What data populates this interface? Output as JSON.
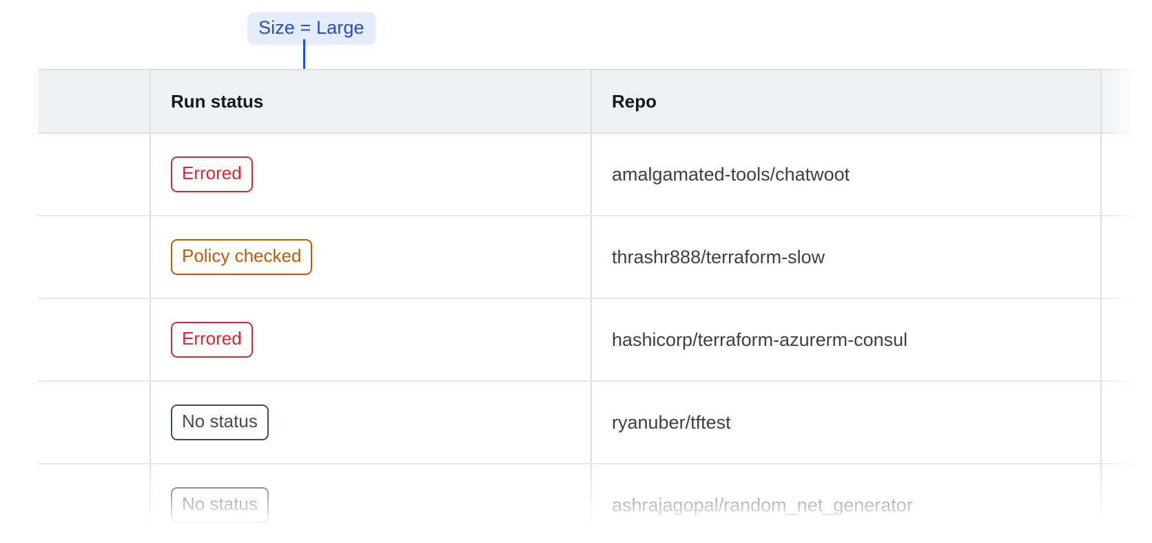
{
  "annotation": {
    "label": "Size = Large",
    "accent_color": "#1f4fd8",
    "background_color": "#e4ecfd"
  },
  "table": {
    "columns": [
      {
        "key": "lead",
        "label": ""
      },
      {
        "key": "status",
        "label": "Run status"
      },
      {
        "key": "repo",
        "label": "Repo"
      },
      {
        "key": "tail",
        "label": ""
      }
    ],
    "rows": [
      {
        "status": "Errored",
        "status_variant": "errored",
        "repo": "amalgamated-tools/chatwoot"
      },
      {
        "status": "Policy checked",
        "status_variant": "policy-checked",
        "repo": "thrashr888/terraform-slow"
      },
      {
        "status": "Errored",
        "status_variant": "errored",
        "repo": "hashicorp/terraform-azurerm-consul"
      },
      {
        "status": "No status",
        "status_variant": "no-status",
        "repo": "ryanuber/tftest"
      },
      {
        "status": "No status",
        "status_variant": "no-status",
        "repo": "ashrajagopal/random_net_generator"
      }
    ],
    "status_colors": {
      "errored": "#e0242d",
      "policy-checked": "#c05a06",
      "no-status": "#434a53"
    },
    "header_background": "#f0f1f3",
    "border_color": "#e4e6e9"
  }
}
